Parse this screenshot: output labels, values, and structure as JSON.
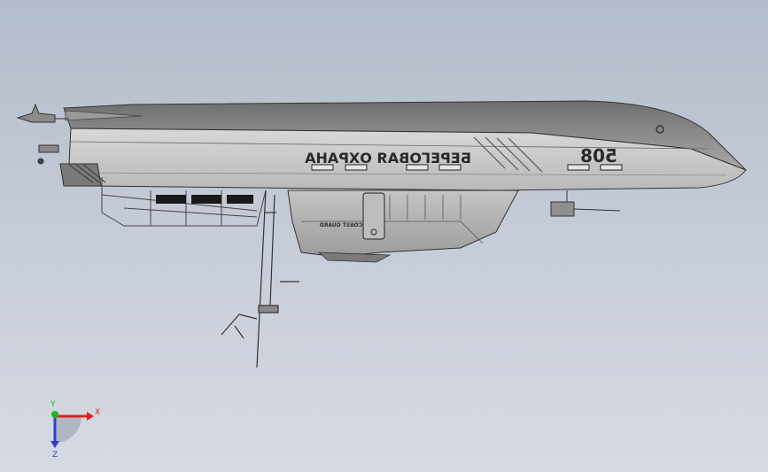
{
  "model": {
    "hull_inscription": "БЕРЕГОВАЯ ОХРАНА",
    "hull_number": "508",
    "superstructure_label": "COAST GUARD"
  },
  "triad": {
    "x_label": "X",
    "y_label": "Y",
    "z_label": "Z",
    "x_color": "#e0201c",
    "y_color": "#22b422",
    "z_color": "#2a3fd0"
  }
}
